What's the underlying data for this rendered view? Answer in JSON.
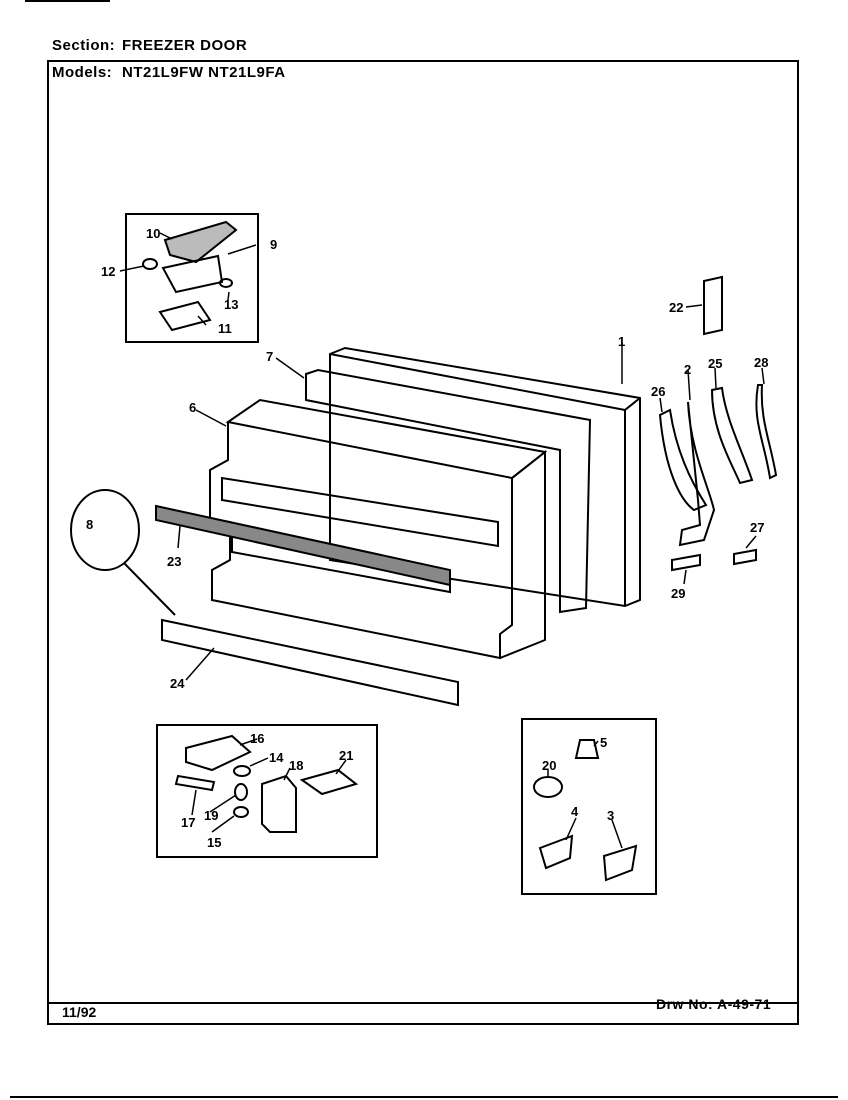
{
  "header": {
    "section_label": "Section:",
    "section_value": "FREEZER DOOR",
    "models_label": "Models:",
    "models_value": "NT21L9FW  NT21L9FA"
  },
  "footer": {
    "date": "11/92",
    "drawing_number": "Drw No: A-49-71"
  },
  "callouts": [
    "1",
    "2",
    "3",
    "4",
    "5",
    "6",
    "7",
    "8",
    "9",
    "10",
    "11",
    "12",
    "13",
    "14",
    "15",
    "16",
    "17",
    "18",
    "19",
    "20",
    "21",
    "22",
    "23",
    "24",
    "25",
    "26",
    "27",
    "28",
    "29"
  ]
}
